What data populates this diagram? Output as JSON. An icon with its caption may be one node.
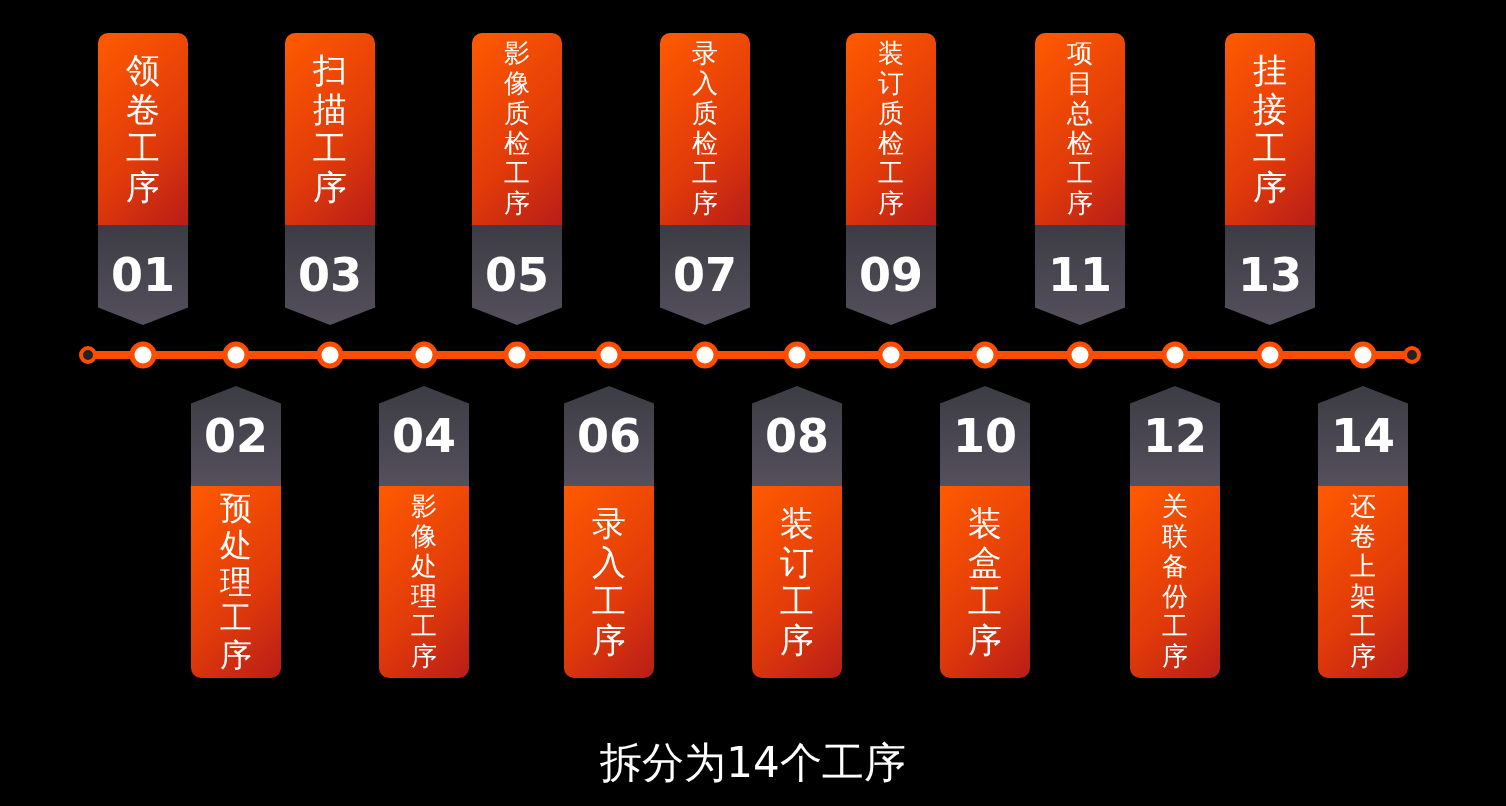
{
  "diagram": {
    "caption": "拆分为14个工序",
    "nodes": [
      {
        "text": [
          "领卷工序",
          "01"
        ]
      },
      {
        "text": [
          "02",
          "预处理工序"
        ]
      },
      {
        "text": [
          "扫描工序",
          "03"
        ]
      },
      {
        "text": [
          "04",
          "影像处理工序"
        ]
      },
      {
        "text": [
          "影像质检工序",
          "05"
        ]
      },
      {
        "text": [
          "06",
          "录入工序"
        ]
      },
      {
        "text": [
          "录入质检工序",
          "07"
        ]
      },
      {
        "text": [
          "08",
          "装订工序"
        ]
      },
      {
        "text": [
          "装订质检工序",
          "09"
        ]
      },
      {
        "text": [
          "10",
          "装盒工序"
        ]
      },
      {
        "text": [
          "项目总检工序",
          "11"
        ]
      },
      {
        "text": [
          "12",
          "关联备份工序"
        ]
      },
      {
        "text": [
          "挂接工序",
          "13"
        ]
      },
      {
        "text": [
          "14",
          "还卷上架工序"
        ]
      }
    ]
  }
}
